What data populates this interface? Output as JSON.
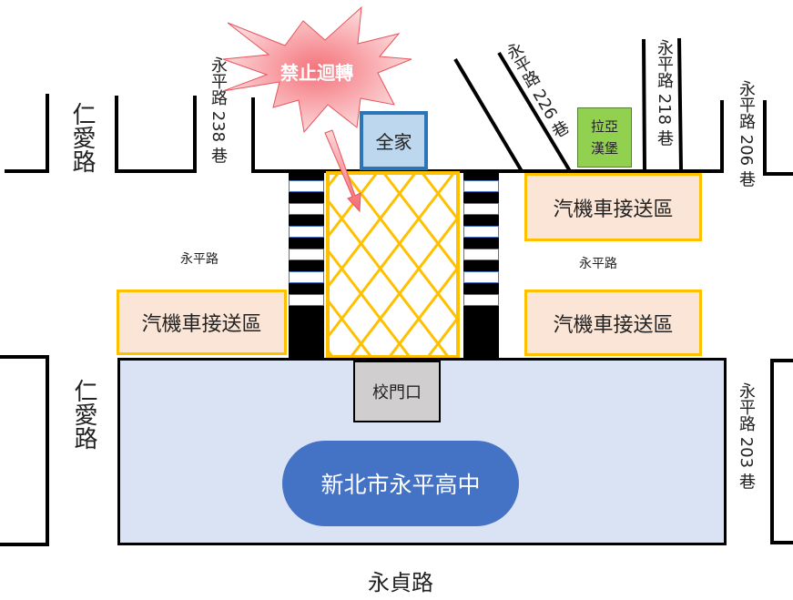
{
  "title_warning": "禁止迴轉",
  "roads": {
    "renai_top": "仁愛路",
    "renai_bottom": "仁愛路",
    "lane_238": "永平路 238 巷",
    "lane_226": "永平路 226 巷",
    "lane_218": "永平路 218 巷",
    "lane_206": "永平路 206 巷",
    "lane_203": "永平路 203 巷",
    "yongping_left": "永平路",
    "yongping_right": "永平路",
    "yongzhen": "永貞路"
  },
  "shops": {
    "familymart": "全家",
    "laya_line1": "拉亞",
    "laya_line2": "漢堡"
  },
  "pickup_zones": [
    "汽機車接送區",
    "汽機車接送區",
    "汽機車接送區"
  ],
  "school": {
    "gate": "校門口",
    "name": "新北市永平高中"
  },
  "colors": {
    "pickup_fill": "#fbe5d6",
    "pickup_border": "#ffc000",
    "school_fill": "#dae3f3",
    "school_oval": "#4472c4",
    "familymart": "#bdd7ee",
    "laya": "#92d050",
    "hatch": "#ffc000",
    "warning": "#f4727a"
  }
}
